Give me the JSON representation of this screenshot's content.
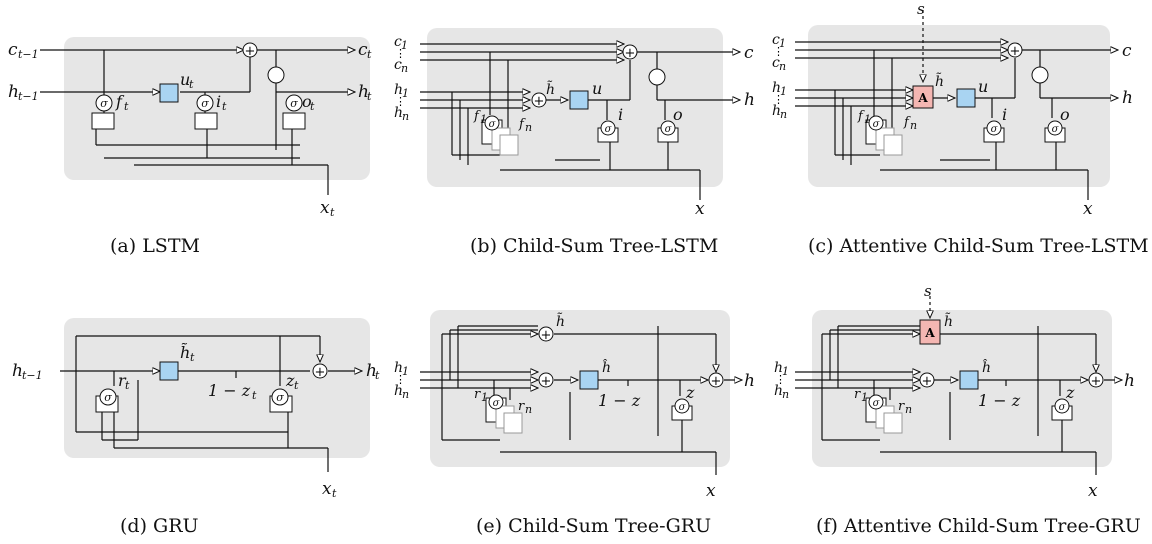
{
  "colors": {
    "panel": "#e6e6e6",
    "tanh_box": "#a9d4f2",
    "attn_box": "#f4b6b2",
    "line": "#111111"
  },
  "captions": {
    "a": "(a)  LSTM",
    "b": "(b)  Child-Sum Tree-LSTM",
    "c": "(c)  Attentive Child-Sum Tree-LSTM",
    "d": "(d)  GRU",
    "e": "(e)  Child-Sum Tree-GRU",
    "f": "(f)  Attentive Child-Sum Tree-GRU"
  },
  "labels": {
    "c_prev": "c",
    "c_prev_sub": "t−1",
    "h_prev": "h",
    "h_prev_sub": "t−1",
    "c_t": "c",
    "h_t": "h",
    "x_t": "x",
    "t": "t",
    "f_t": "f",
    "i_t": "i",
    "o_t": "o",
    "u_t": "u",
    "r_t": "r",
    "z_t": "z",
    "c1": "c",
    "cn": "c",
    "h1": "h",
    "hn": "h",
    "one": "1",
    "n": "n",
    "c": "c",
    "h": "h",
    "x": "x",
    "u": "u",
    "i": "i",
    "o": "o",
    "z": "z",
    "f1": "f",
    "fn": "f",
    "r1": "r",
    "rn": "r",
    "htilde": "h̃",
    "hhat": "ĥ",
    "s": "s",
    "one_minus_z": "1 − z",
    "sigma": "σ",
    "plus": "+",
    "attn": "A",
    "vdots": "⋮"
  }
}
